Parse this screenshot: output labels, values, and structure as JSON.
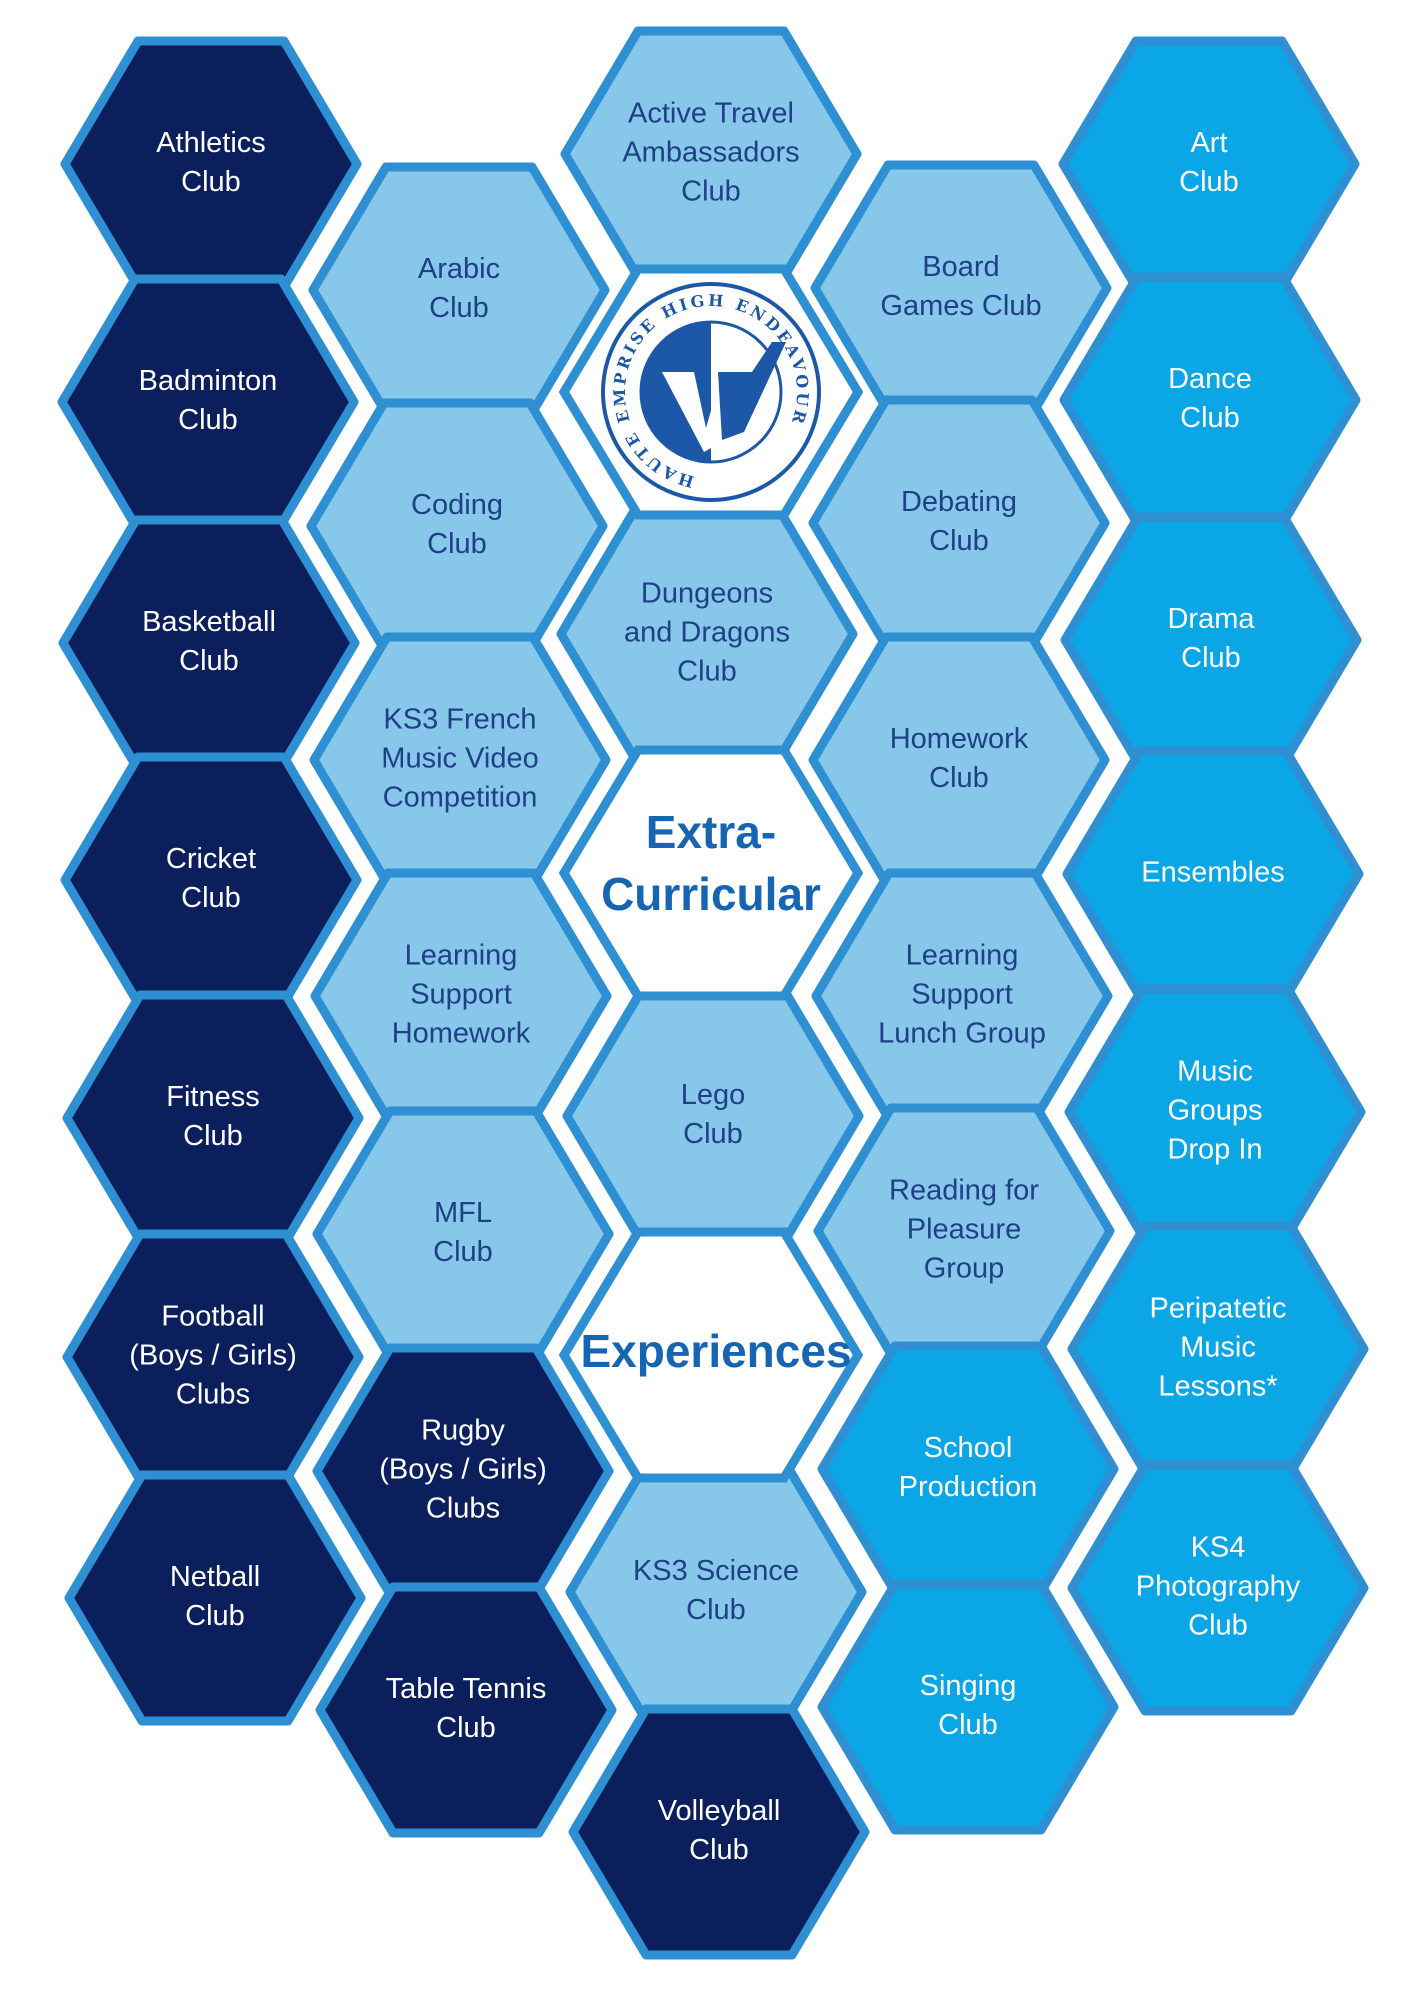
{
  "colors": {
    "sports": "#0a1f5c",
    "general": "#86c7ea",
    "arts": "#0aa6e6",
    "border": "#2e8fd2",
    "dark_text": "#1f3f86",
    "light_text": "#ffffff",
    "title_text": "#1565b3",
    "logo_blue": "#1d58a8"
  },
  "title": {
    "line1": "Extra-",
    "line2": "Curricular",
    "line3": "Experiences"
  },
  "logo": {
    "motto": "HAUTE EMPRISE HIGH ENDEAVOUR"
  },
  "clubs": [
    {
      "id": "athletics",
      "cat": "sports",
      "lines": [
        "Athletics",
        "Club"
      ]
    },
    {
      "id": "badminton",
      "cat": "sports",
      "lines": [
        "Badminton",
        "Club"
      ]
    },
    {
      "id": "basketball",
      "cat": "sports",
      "lines": [
        "Basketball",
        "Club"
      ]
    },
    {
      "id": "cricket",
      "cat": "sports",
      "lines": [
        "Cricket",
        "Club"
      ]
    },
    {
      "id": "fitness",
      "cat": "sports",
      "lines": [
        "Fitness",
        "Club"
      ]
    },
    {
      "id": "football",
      "cat": "sports",
      "lines": [
        "Football",
        "(Boys / Girls)",
        "Clubs"
      ]
    },
    {
      "id": "netball",
      "cat": "sports",
      "lines": [
        "Netball",
        "Club"
      ]
    },
    {
      "id": "arabic",
      "cat": "general",
      "lines": [
        "Arabic",
        "Club"
      ]
    },
    {
      "id": "coding",
      "cat": "general",
      "lines": [
        "Coding",
        "Club"
      ]
    },
    {
      "id": "ks3-french",
      "cat": "general",
      "lines": [
        "KS3 French",
        "Music Video",
        "Competition"
      ]
    },
    {
      "id": "ls-homework",
      "cat": "general",
      "lines": [
        "Learning",
        "Support",
        "Homework"
      ]
    },
    {
      "id": "mfl",
      "cat": "general",
      "lines": [
        "MFL",
        "Club"
      ]
    },
    {
      "id": "rugby",
      "cat": "sports",
      "lines": [
        "Rugby",
        "(Boys / Girls)",
        "Clubs"
      ]
    },
    {
      "id": "table-tennis",
      "cat": "sports",
      "lines": [
        "Table Tennis",
        "Club"
      ]
    },
    {
      "id": "active-travel",
      "cat": "general",
      "lines": [
        "Active Travel",
        "Ambassadors",
        "Club"
      ]
    },
    {
      "id": "dnd",
      "cat": "general",
      "lines": [
        "Dungeons",
        "and Dragons",
        "Club"
      ]
    },
    {
      "id": "lego",
      "cat": "general",
      "lines": [
        "Lego",
        "Club"
      ]
    },
    {
      "id": "ks3-science",
      "cat": "general",
      "lines": [
        "KS3 Science",
        "Club"
      ]
    },
    {
      "id": "volleyball",
      "cat": "sports",
      "lines": [
        "Volleyball",
        "Club"
      ]
    },
    {
      "id": "board-games",
      "cat": "general",
      "lines": [
        "Board",
        "Games Club"
      ]
    },
    {
      "id": "debating",
      "cat": "general",
      "lines": [
        "Debating",
        "Club"
      ]
    },
    {
      "id": "homework",
      "cat": "general",
      "lines": [
        "Homework",
        "Club"
      ]
    },
    {
      "id": "ls-lunch",
      "cat": "general",
      "lines": [
        "Learning",
        "Support",
        "Lunch Group"
      ]
    },
    {
      "id": "reading",
      "cat": "general",
      "lines": [
        "Reading for",
        "Pleasure",
        "Group"
      ]
    },
    {
      "id": "school-production",
      "cat": "arts",
      "lines": [
        "School",
        "Production"
      ]
    },
    {
      "id": "singing",
      "cat": "arts",
      "lines": [
        "Singing",
        "Club"
      ]
    },
    {
      "id": "art",
      "cat": "arts",
      "lines": [
        "Art",
        "Club"
      ]
    },
    {
      "id": "dance",
      "cat": "arts",
      "lines": [
        "Dance",
        "Club"
      ]
    },
    {
      "id": "drama",
      "cat": "arts",
      "lines": [
        "Drama",
        "Club"
      ]
    },
    {
      "id": "ensembles",
      "cat": "arts",
      "lines": [
        "Ensembles"
      ]
    },
    {
      "id": "music-groups",
      "cat": "arts",
      "lines": [
        "Music",
        "Groups",
        "Drop In"
      ]
    },
    {
      "id": "peripatetic",
      "cat": "arts",
      "lines": [
        "Peripatetic",
        "Music",
        "Lessons*"
      ]
    },
    {
      "id": "ks4-photography",
      "cat": "arts",
      "lines": [
        "KS4",
        "Photography",
        "Club"
      ]
    }
  ]
}
